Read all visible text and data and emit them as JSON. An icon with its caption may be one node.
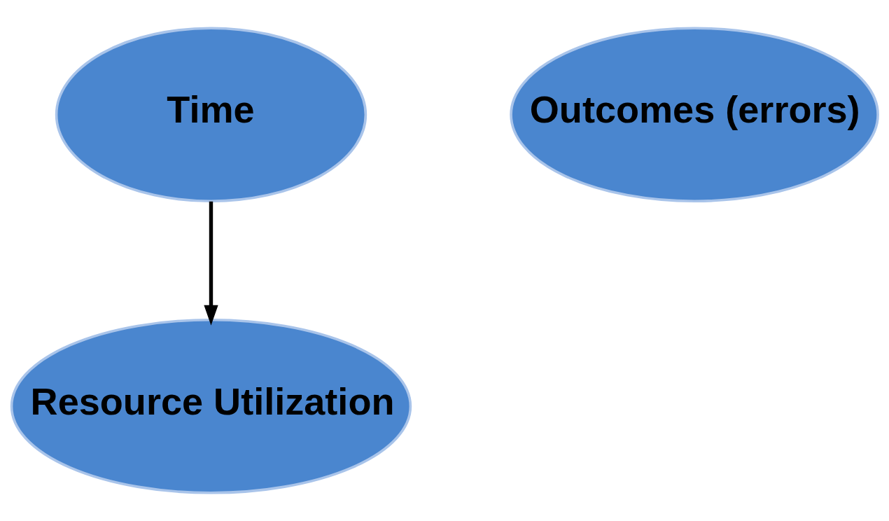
{
  "diagram": {
    "nodes": [
      {
        "text": [
          "Time"
        ]
      },
      {
        "text": [
          "Outcomes (errors)"
        ]
      },
      {
        "text": [
          "Resource Utilization"
        ]
      }
    ],
    "edges": [
      {
        "from": 0,
        "to": 2,
        "arrow": "to"
      }
    ]
  }
}
